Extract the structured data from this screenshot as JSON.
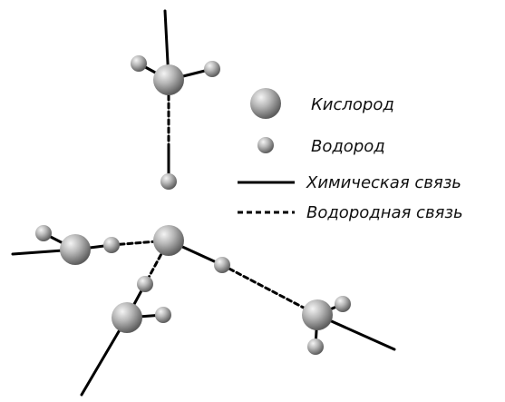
{
  "legend": {
    "oxygen": "Кислород",
    "hydrogen": "Водород",
    "chemical_bond": "Химическая связь",
    "hydrogen_bond": "Водородная связь"
  },
  "colors": {
    "atom_light": "#f2f2f2",
    "atom_mid": "#a8a8a8",
    "atom_dark": "#5a5a5a",
    "bond": "#000000",
    "text": "#111111"
  }
}
